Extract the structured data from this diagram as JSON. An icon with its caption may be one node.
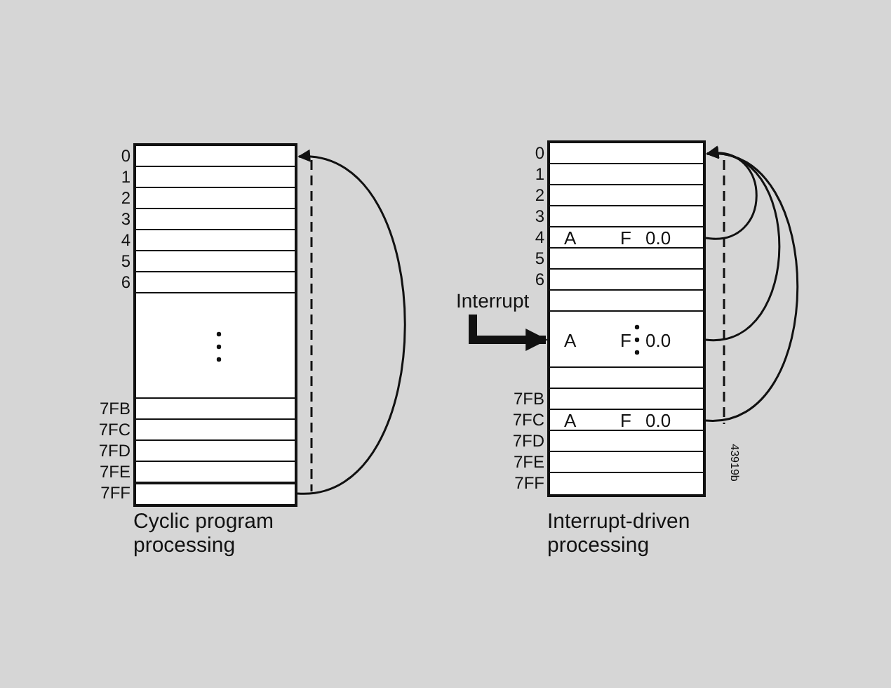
{
  "diagram": {
    "nodes": [
      {
        "text": [],
        "shape": "box"
      },
      {
        "text": [],
        "shape": "box",
        "in": 0,
        "beside": [
          "0"
        ]
      },
      {
        "text": [],
        "shape": "box",
        "in": 0,
        "beside": [
          "7FF"
        ]
      },
      {
        "text": [],
        "shape": "box"
      },
      {
        "text": [],
        "shape": "box",
        "in": 3,
        "beside": [
          "0"
        ]
      },
      {
        "text": [
          "A",
          "F",
          "0.0"
        ],
        "in": 3,
        "beside": [
          "4"
        ]
      },
      {
        "text": [
          "A",
          "F",
          "0.0"
        ],
        "in": 3
      },
      {
        "text": [
          "A",
          "F",
          "0.0"
        ],
        "in": 3,
        "beside": [
          "7FC"
        ]
      },
      {
        "text": [
          "Interrupt"
        ]
      }
    ],
    "edges": [
      {
        "from": 2,
        "to": 1,
        "arrow": "to"
      },
      {
        "from": 5,
        "to": 4,
        "arrow": "to"
      },
      {
        "from": 6,
        "to": 4,
        "arrow": "to"
      },
      {
        "from": 7,
        "to": 4,
        "arrow": "to"
      },
      {
        "from": 8,
        "to": 6,
        "arrow": "to",
        "style": "thick"
      }
    ],
    "labels": [
      "1",
      "2",
      "3",
      "4",
      "5",
      "6",
      "7FB",
      "7FC",
      "7FD",
      "7FE",
      "1",
      "2",
      "3",
      "5",
      "6",
      "7FB",
      "7FD",
      "7FE",
      "7FF",
      "Cyclic program processing",
      "Interrupt-driven processing",
      "43919b"
    ]
  }
}
